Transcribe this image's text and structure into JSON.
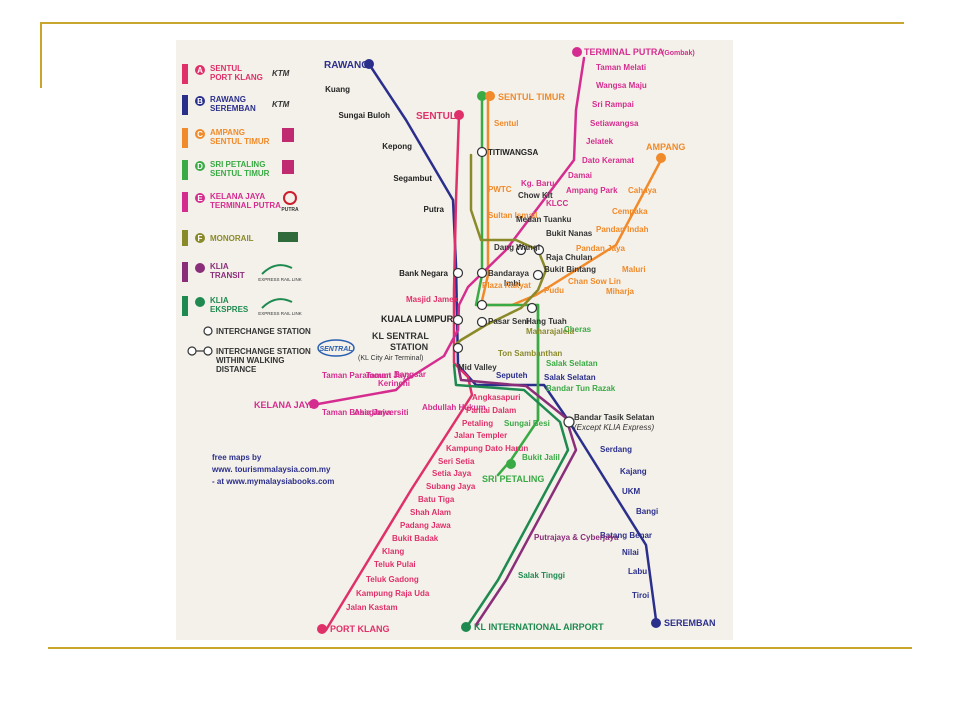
{
  "colors": {
    "slide_rule": "#c8a62e",
    "map_bg": "#f4f1ea",
    "line_A_port_klang": "#e0306a",
    "line_B_seremban": "#2b2f8c",
    "line_C_ampang": "#f08a2a",
    "line_D_sri_petaling": "#3aaa45",
    "line_E_kelana_jaya": "#d52d8f",
    "line_F_monorail": "#8a8a2a",
    "line_klia_transit": "#8a2e7a",
    "line_klia_ekspres": "#1e8a50"
  },
  "legend": [
    {
      "code": "A",
      "text": "SENTUL\nPORT KLANG",
      "operator": "KTM",
      "color": "#e0306a"
    },
    {
      "code": "B",
      "text": "RAWANG\nSEREMBAN",
      "operator": "KTM",
      "color": "#2b2f8c"
    },
    {
      "code": "C",
      "text": "AMPANG\nSENTUL TIMUR",
      "operator": "",
      "color": "#f08a2a"
    },
    {
      "code": "D",
      "text": "SRI PETALING\nSENTUL TIMUR",
      "operator": "",
      "color": "#3aaa45"
    },
    {
      "code": "E",
      "text": "KELANA JAYA\nTERMINAL PUTRA",
      "operator": "PUTRA",
      "color": "#d52d8f"
    },
    {
      "code": "F",
      "text": "MONORAIL",
      "operator": "",
      "color": "#8a8a2a"
    },
    {
      "code": "",
      "text": "KLIA\nTRANSIT",
      "operator": "EXPRESS RAIL LINK",
      "color": "#8a2e7a"
    },
    {
      "code": "",
      "text": "KLIA\nEKSPRES",
      "operator": "EXPRESS RAIL LINK",
      "color": "#1e8a50"
    }
  ],
  "legend_symbols": {
    "interchange": "INTERCHANGE STATION",
    "walking_1": "INTERCHANGE STATION",
    "walking_2": "WITHIN WALKING",
    "walking_3": "DISTANCE"
  },
  "sentral_logo": "SENTRAL",
  "credits": {
    "line1": "free maps by",
    "line2": "www. tourismmalaysia.com.my",
    "line3": "- at www.mymalaysiabooks.com"
  },
  "termini": {
    "rawang": "RAWANG",
    "sentul": "SENTUL",
    "sentul_timur": "SENTUL TIMUR",
    "terminal_putra": "TERMINAL PUTRA",
    "gombak": "(Gombak)",
    "ampang": "AMPANG",
    "kelana_jaya": "KELANA JAYA",
    "port_klang": "PORT KLANG",
    "klia": "KL INTERNATIONAL AIRPORT",
    "seremban": "SEREMBAN",
    "sri_petaling": "SRI PETALING"
  },
  "hubs": {
    "titiwangsa": "TITIWANGSA",
    "kuala_lumpur": "KUALA LUMPUR",
    "kl_sentral_1": "KL SENTRAL",
    "kl_sentral_2": "STATION",
    "kl_sentral_3": "(KL City Air Terminal)"
  },
  "stations": {
    "rawang_line": [
      "Kuang",
      "Sungai Buloh",
      "Kepong",
      "Segambut",
      "Putra",
      "Bank Negara"
    ],
    "kelana_north": [
      "Taman Melati",
      "Wangsa Maju",
      "Sri Rampai",
      "Setiawangsa",
      "Jelatek",
      "Dato Keramat",
      "Damai",
      "Ampang Park",
      "KLCC",
      "Kg. Baru"
    ],
    "ampang_line": [
      "Cahaya",
      "Cempaka",
      "Pandan Indah",
      "Pandan Jaya",
      "Maluri",
      "Miharja",
      "Chan Sow Lin"
    ],
    "central": [
      "Sentul",
      "Chow Kit",
      "PWTC",
      "Sultan Ismail",
      "Medan Tuanku",
      "Bukit Nanas",
      "Dang Wangi",
      "Raja Chulan",
      "Bukit Bintang",
      "Bandaraya",
      "Imbi",
      "Plaza Rakyat",
      "Pudu",
      "Masjid Jamek",
      "Hang Tuah",
      "Pasar Seni",
      "Maharajalela",
      "Cheras",
      "Tun Sambanthan",
      "Salak Selatan",
      "Bandar Tun Razak"
    ],
    "kelana_south": [
      "Bangsar",
      "Kerinchi",
      "Taman Jaya",
      "Taman Paramount",
      "Universiti",
      "Asia Jaya",
      "Taman Bahagia",
      "Abdullah Hukum"
    ],
    "south": [
      "Mid Valley",
      "Seputeh",
      "Salak Selatan",
      "Bandar Tasik Selatan",
      "(Except KLIA Express)",
      "Angkasapuri",
      "Pantai Dalam",
      "Petaling",
      "Jalan Templer",
      "Kampung Dato Harun",
      "Seri Setia",
      "Setia Jaya",
      "Subang Jaya",
      "Batu Tiga",
      "Shah Alam",
      "Padang Jawa",
      "Bukit Badak",
      "Klang",
      "Teluk Pulai",
      "Teluk Gadong",
      "Kampung Raja Uda",
      "Jalan Kastam",
      "Sungai Besi",
      "Bukit Jalil",
      "Serdang",
      "Kajang",
      "UKM",
      "Bangi",
      "Batang Benar",
      "Nilai",
      "Labu",
      "Tiroi",
      "Putrajaya & Cyberjaya",
      "Salak Tinggi"
    ]
  }
}
